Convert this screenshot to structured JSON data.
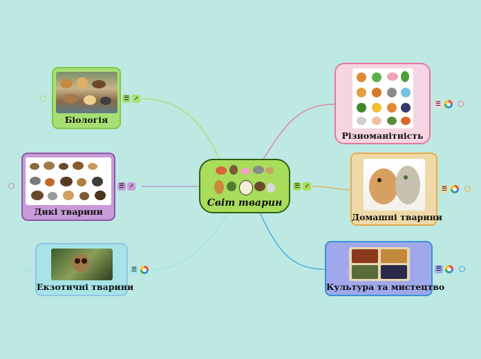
{
  "central": {
    "title": "Світ тварин"
  },
  "branches": {
    "biology": {
      "label": "Біологія",
      "color": "#a7df74",
      "border": "#7ec84a"
    },
    "diversity": {
      "label": "Різноманітність",
      "color": "#f7d4e1",
      "border": "#e4779f"
    },
    "wild": {
      "label": "Дикі тварини",
      "color": "#c79bd8",
      "border": "#8e54a8"
    },
    "domestic": {
      "label": "Домашні тварини",
      "color": "#f0d9a8",
      "border": "#e8a84a"
    },
    "exotic": {
      "label": "Екзотичні тварини",
      "color": "#a8e4e7",
      "border": "#8fc3e8"
    },
    "culture": {
      "label": "Культура та мистецтво",
      "color": "#9fa8ea",
      "border": "#3a8fd9"
    }
  },
  "central_style": {
    "color": "#a8dc5b",
    "border": "#2e5e12"
  }
}
